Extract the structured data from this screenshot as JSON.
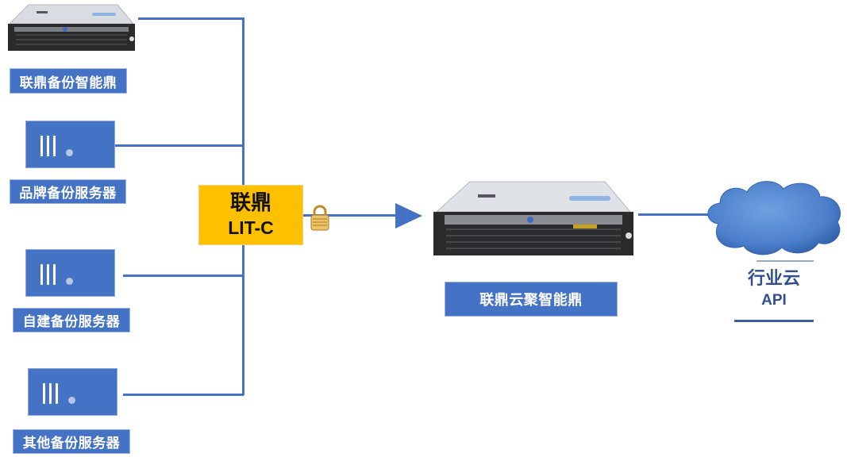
{
  "sources": [
    {
      "label": "联鼎备份智能鼎",
      "icon": "rack-server-icon"
    },
    {
      "label": "品牌备份服务器",
      "icon": "server-icon"
    },
    {
      "label": "自建备份服务器",
      "icon": "server-icon"
    },
    {
      "label": "其他备份服务器",
      "icon": "server-icon"
    }
  ],
  "gateway": {
    "line1": "联鼎",
    "line2": "LIT-C",
    "icon": "lock-icon"
  },
  "target": {
    "label": "联鼎云聚智能鼎",
    "icon": "rack-server-icon"
  },
  "cloud": {
    "line1": "行业云",
    "line2": "API",
    "icon": "cloud-icon"
  },
  "colors": {
    "primary": "#4472c4",
    "gateway": "#ffc000",
    "cloud": "#5b8fd6"
  }
}
